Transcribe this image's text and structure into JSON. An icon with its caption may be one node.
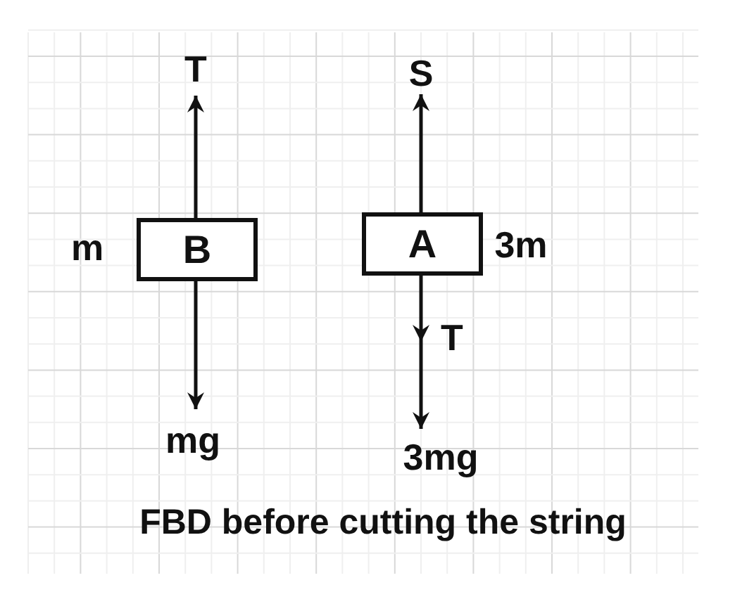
{
  "diagram": {
    "caption": "FBD before cutting the string",
    "nodes": [
      {
        "text": [
          "B"
        ],
        "beside": [
          "m"
        ]
      },
      {
        "text": [
          "A"
        ],
        "beside": [
          "3m"
        ]
      }
    ],
    "labels": [
      "T",
      "S",
      "T",
      "mg",
      "3mg"
    ]
  }
}
